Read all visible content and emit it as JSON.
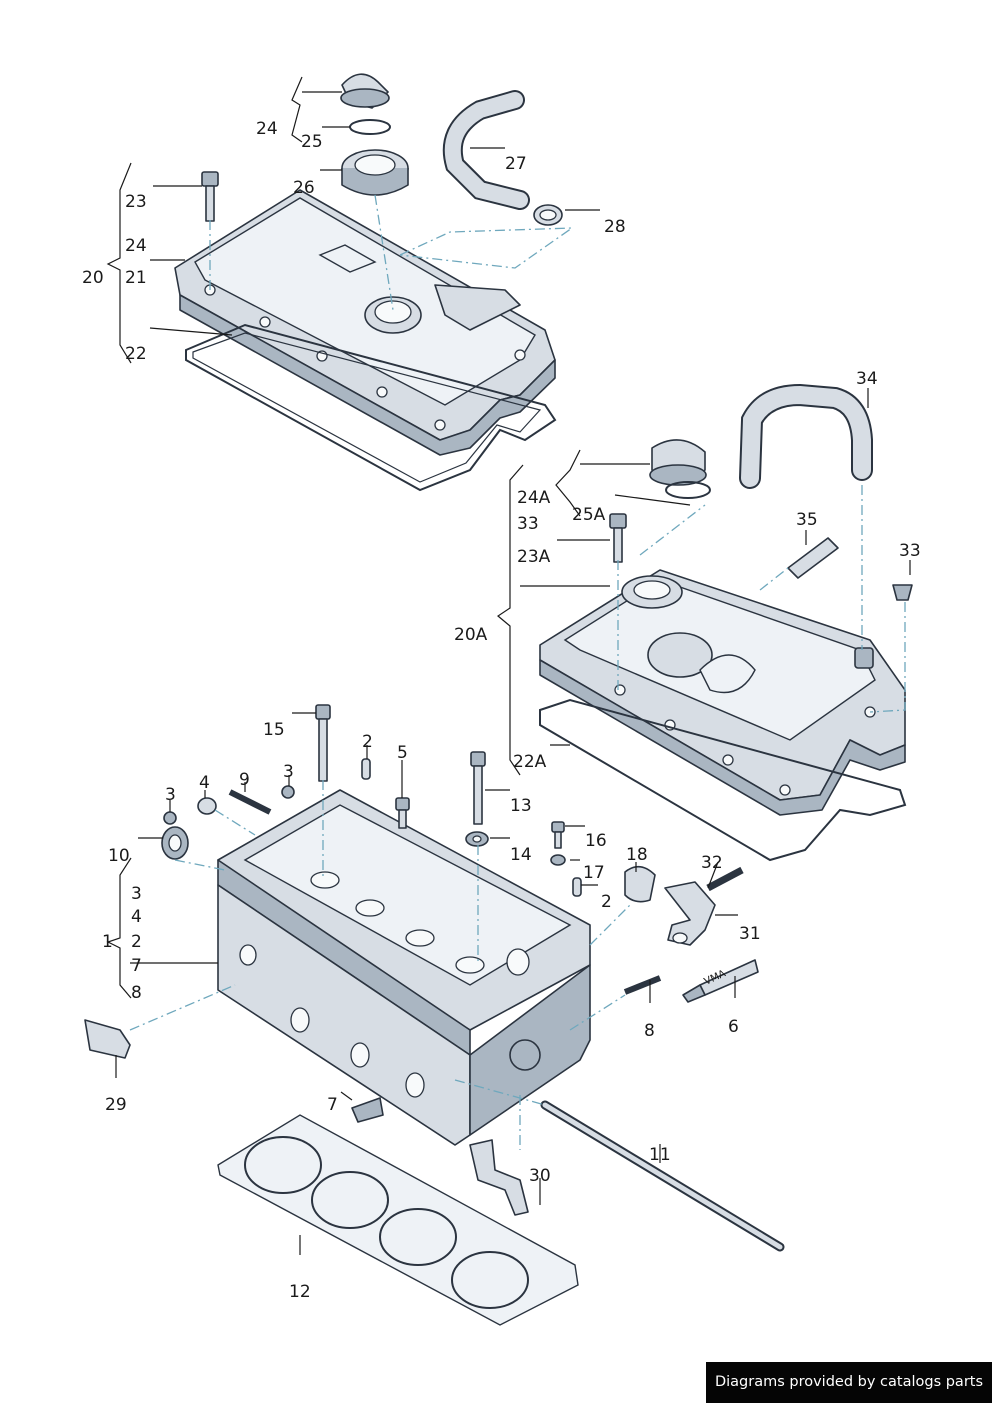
{
  "diagram": {
    "part_numbers": {
      "p1": "1",
      "p2a": "2",
      "p2b": "2",
      "p2c": "2",
      "p3a": "3",
      "p3b": "3",
      "p3c": "3",
      "p4a": "4",
      "p4b": "4",
      "p5": "5",
      "p6": "6",
      "p7a": "7",
      "p7b": "7",
      "p8a": "8",
      "p8b": "8",
      "p9": "9",
      "p10": "10",
      "p11": "11",
      "p12": "12",
      "p13": "13",
      "p14": "14",
      "p15": "15",
      "p16": "16",
      "p17": "17",
      "p18": "18",
      "p20": "20",
      "p20a": "20A",
      "p21": "21",
      "p22": "22",
      "p22a": "22A",
      "p23": "23",
      "p23a": "23A",
      "p24a": "24",
      "p24b": "24",
      "p24A": "24A",
      "p25": "25",
      "p25A": "25A",
      "p26": "26",
      "p27": "27",
      "p28": "28",
      "p29": "29",
      "p30": "30",
      "p31": "31",
      "p32": "32",
      "p33a": "33",
      "p33b": "33",
      "p34": "34",
      "p35": "35"
    },
    "tube_text": "VMA"
  },
  "footer": {
    "credit": "Diagrams provided by catalogs parts"
  }
}
